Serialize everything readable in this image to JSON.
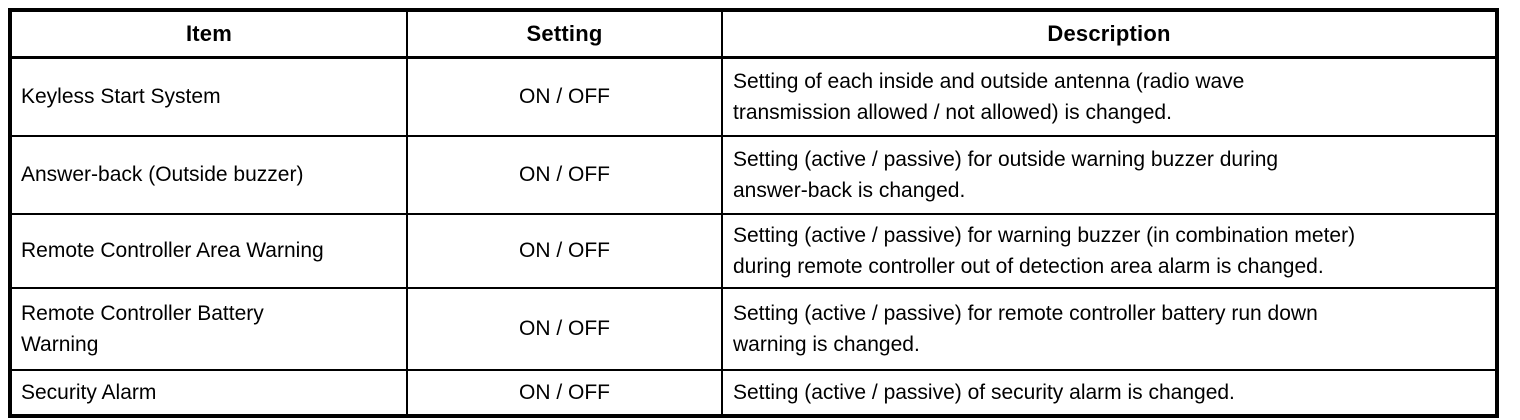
{
  "colors": {
    "border": "#000000",
    "text": "#000000",
    "background": "#ffffff"
  },
  "table": {
    "headers": [
      "Item",
      "Setting",
      "Description"
    ],
    "rows": [
      {
        "item": "Keyless Start System",
        "setting": "ON / OFF",
        "description": "Setting of each inside and outside antenna (radio wave\ntransmission allowed / not allowed) is changed."
      },
      {
        "item": "Answer-back (Outside buzzer)",
        "setting": "ON / OFF",
        "description": "Setting (active / passive) for outside warning buzzer during\nanswer-back is changed."
      },
      {
        "item": "Remote Controller Area Warning",
        "setting": "ON / OFF",
        "description": "Setting (active / passive) for warning buzzer (in combination meter)\nduring remote controller out of detection area alarm is changed."
      },
      {
        "item": "Remote Controller Battery\nWarning",
        "setting": "ON / OFF",
        "description": "Setting (active / passive) for remote controller battery run down\nwarning is changed."
      },
      {
        "item": "Security Alarm",
        "setting": "ON / OFF",
        "description": "Setting (active / passive) of security alarm is changed."
      }
    ]
  }
}
